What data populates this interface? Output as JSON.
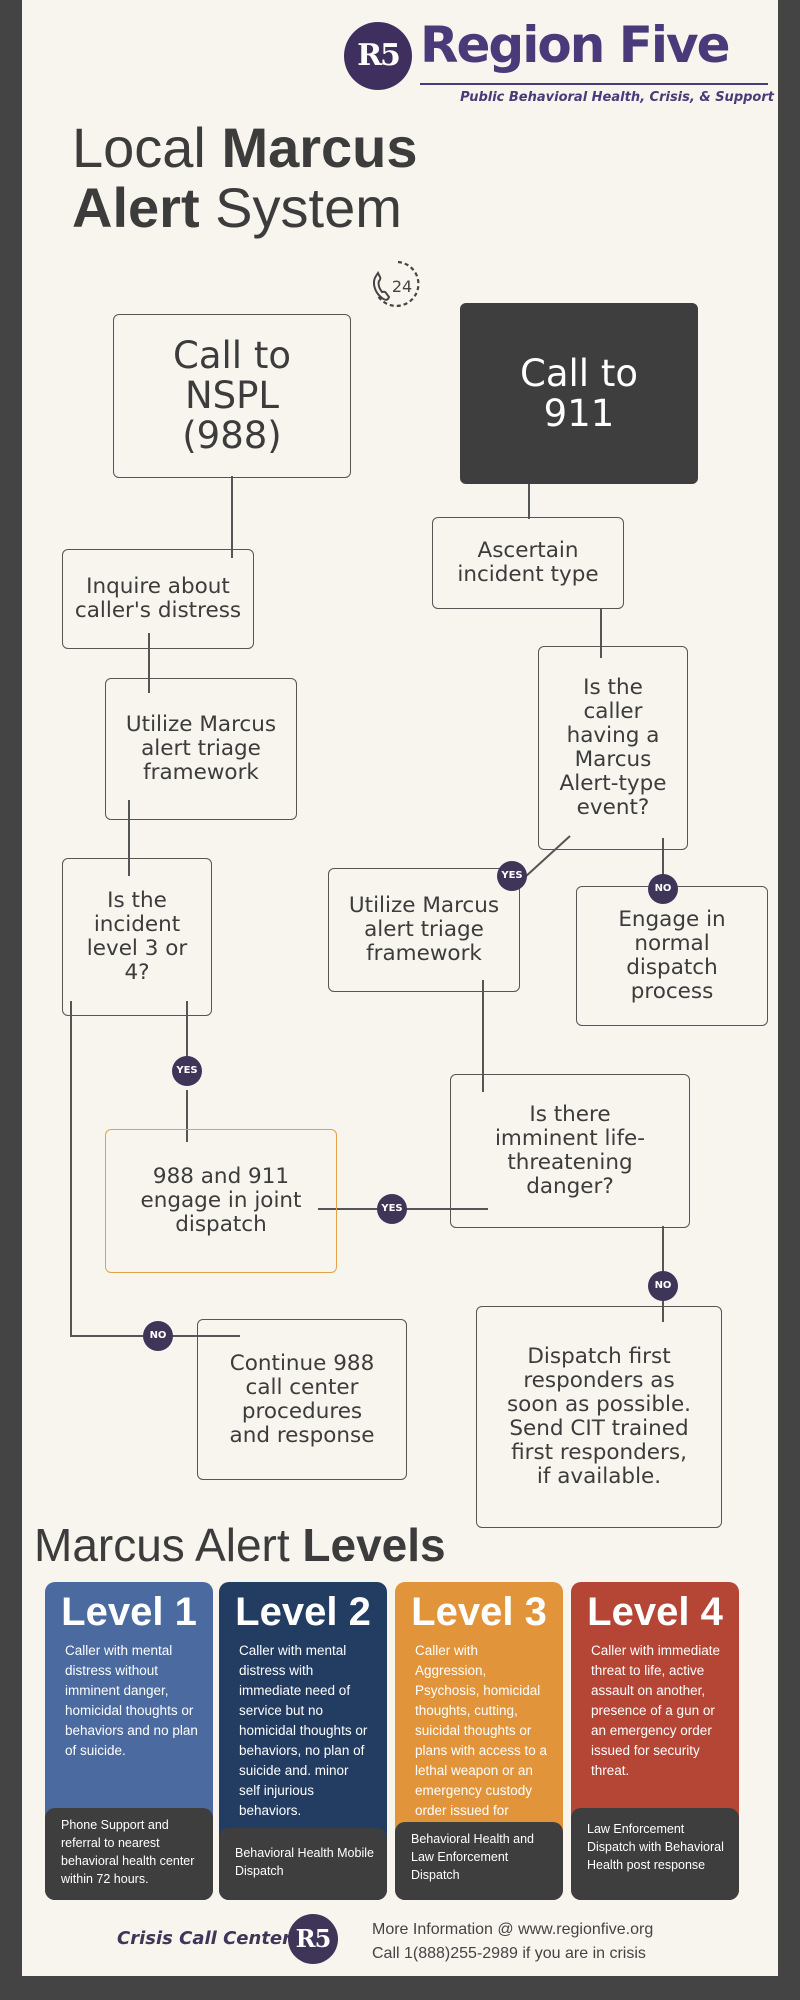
{
  "logo": {
    "badge": "R5",
    "name": "Region Five",
    "tagline": "Public Behavioral Health, Crisis, & Support"
  },
  "title": {
    "line1_light": "Local ",
    "line1_bold": "Marcus",
    "line2_bold": "Alert",
    "line2_light": " System"
  },
  "icon": {
    "phone24_label": "24"
  },
  "flow": {
    "call_nspl": "Call to\nNSPL\n(988)",
    "call_911": "Call to\n911",
    "inquire": "Inquire about\ncaller's distress",
    "ascertain": "Ascertain\nincident type",
    "triage_left": "Utilize Marcus\nalert triage\nframework",
    "marcus_event": "Is the\ncaller\nhaving a\nMarcus\nAlert-type\nevent?",
    "level_question": "Is the\nincident\nlevel 3 or\n4?",
    "triage_right": "Utilize Marcus\nalert triage\nframework",
    "normal_dispatch": "Engage in\nnormal\ndispatch\nprocess",
    "imminent": "Is there\nimminent life-\nthreatening\ndanger?",
    "joint_dispatch": "988 and 911\nengage in joint\ndispatch",
    "continue_988": "Continue 988\ncall center\nprocedures\nand response",
    "dispatch_first": "Dispatch first\nresponders as\nsoon as possible.\nSend CIT trained\nfirst responders,\nif available."
  },
  "badges": {
    "yes": "YES",
    "no": "NO"
  },
  "levels": {
    "heading_light": "Marcus Alert ",
    "heading_bold": "Levels",
    "items": [
      {
        "name": "Level 1",
        "color": "#4a6aa0",
        "description": "Caller with mental distress without imminent danger, homicidal thoughts or behaviors and no plan of suicide.",
        "response": "Phone Support and referral to nearest behavioral health center within 72 hours."
      },
      {
        "name": "Level 2",
        "color": "#233c62",
        "description": "Caller with mental distress with immediate need of service but no homicidal thoughts or behaviors, no plan of suicide and. minor self injurious behaviors.",
        "response": "Behavioral Health Mobile Dispatch"
      },
      {
        "name": "Level 3",
        "color": "#e2943a",
        "description": "Caller with Aggression, Psychosis, homicidal thoughts, cutting, suicidal thoughts or plans with access to a lethal weapon or an emergency custody order issued for security threat.",
        "response": "Behavioral Health and Law Enforcement Dispatch"
      },
      {
        "name": "Level 4",
        "color": "#b54534",
        "description": "Caller with immediate threat to life, active assault on another, presence of a gun or an emergency order issued for security threat.",
        "response": "Law Enforcement Dispatch with Behavioral Health post response"
      }
    ]
  },
  "footer": {
    "label": "Crisis Call Center",
    "badge": "R5",
    "info_line1": "More Information @ www.regionfive.org",
    "info_line2": "Call 1(888)255-2989 if you are in crisis"
  }
}
